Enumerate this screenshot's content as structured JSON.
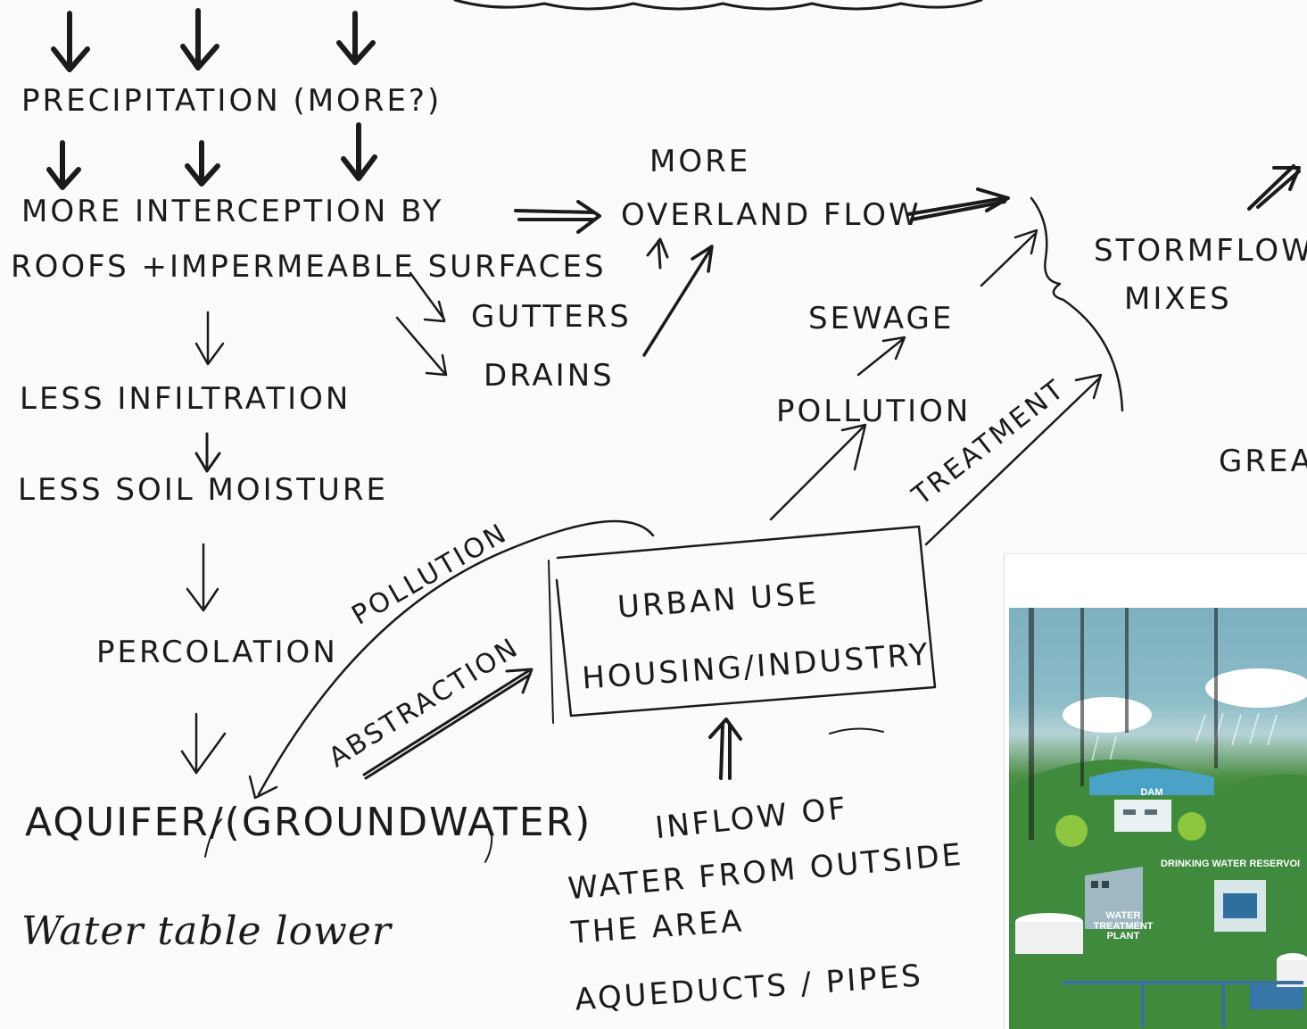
{
  "labels": {
    "precipitation": "PRECIPITATION (MORE?)",
    "interception_line1": "MORE INTERCEPTION BY",
    "interception_line2": "ROOFS +IMPERMEABLE SURFACES",
    "infiltration": "LESS INFILTRATION",
    "soil_moisture": "LESS SOIL MOISTURE",
    "percolation": "PERCOLATION",
    "aquifer": "AQUIFER/(GROUNDWATER)",
    "water_table": "Water table lower",
    "gutters": "GUTTERS",
    "drains": "DRAINS",
    "overland_more": "MORE",
    "overland_flow": "OVERLAND FLOW",
    "sewage": "SEWAGE",
    "pollution_right": "POLLUTION",
    "treatment": "TREATMENT",
    "urban_line1": "URBAN USE",
    "urban_line2": "HOUSING/INDUSTRY",
    "pollution_left": "POLLUTION",
    "abstraction": "ABSTRACTION",
    "inflow_line1": "INFLOW OF",
    "inflow_line2": "WATER FROM OUTSIDE",
    "inflow_line3": "THE AREA",
    "inflow_line4": "AQUEDUCTS / PIPES",
    "stormflow_line1": "STORMFLOW",
    "stormflow_line2": "MIXES",
    "grea": "GREA"
  },
  "photo_labels": {
    "dam": "DAM",
    "reservoir": "DRINKING WATER RESERVOI",
    "plant": "WATER TREATMENT PLANT"
  }
}
